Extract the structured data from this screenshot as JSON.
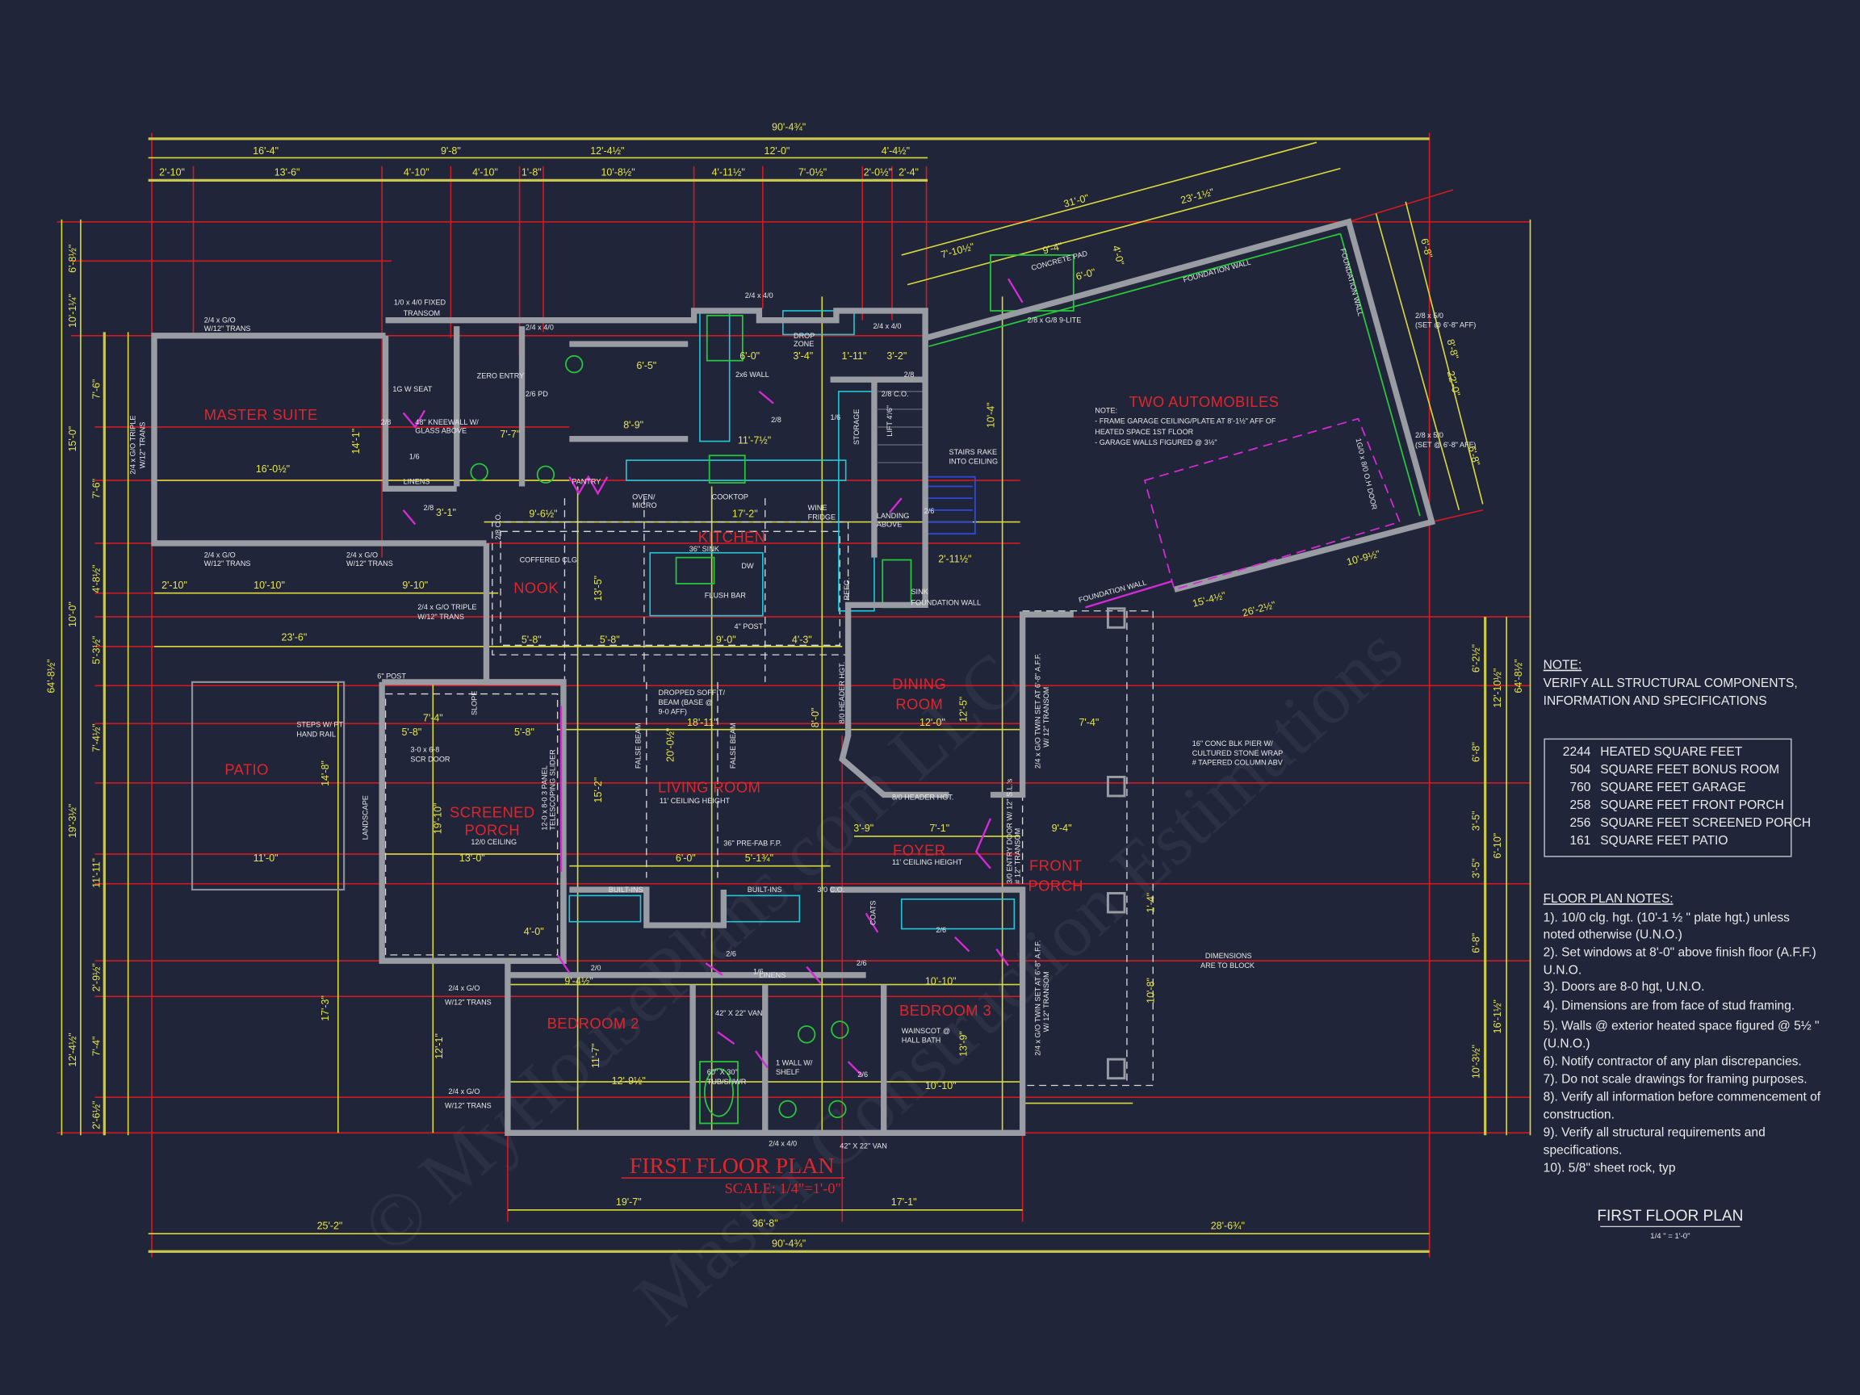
{
  "colors": {
    "background": "#20253a",
    "walls": "#9a9ca3",
    "dimensions": "#e6e64a",
    "grid": "#d11b22",
    "room_labels": "#e0262b",
    "text": "#eaeaea"
  },
  "watermark": [
    "© MyHousePlans.com LLC",
    "Master Construction Estimations"
  ],
  "title": {
    "main": "FIRST FLOOR PLAN",
    "scale": "SCALE: 1/4\"=1'-0\""
  },
  "rooms": {
    "master_suite": "MASTER SUITE",
    "kitchen": "KITCHEN",
    "nook": "NOOK",
    "dining": [
      "DINING",
      "ROOM"
    ],
    "patio": "PATIO",
    "screened_porch": [
      "SCREENED",
      "PORCH"
    ],
    "living_room": "LIVING ROOM",
    "foyer": "FOYER",
    "front_porch": [
      "FRONT",
      "PORCH"
    ],
    "bedroom2": "BEDROOM 2",
    "bedroom3": "BEDROOM 3",
    "garage": "TWO AUTOMOBILES"
  },
  "dims_top": {
    "overall": "90'-4¾\"",
    "row2": [
      "16'-4\"",
      "9'-8\"",
      "12'-4½\"",
      "12'-0\"",
      "4'-4½\""
    ],
    "row3": [
      "2'-10\"",
      "13'-6\"",
      "4'-10\"",
      "4'-10\"",
      "1'-8\"",
      "10'-8½\"",
      "4'-11½\"",
      "7'-0½\"",
      "2'-0½\"",
      "2'-4\""
    ]
  },
  "dims_bottom": {
    "row1": [
      "19'-7\"",
      "17'-1\""
    ],
    "row1_total": "36'-8\"",
    "row2": [
      "25'-2\"",
      "28'-6¾\""
    ],
    "overall": "90'-4¾\""
  },
  "dims_left": {
    "overall": "64'-8½\"",
    "row2": [
      "6'-8½\"",
      "10'-1¼\"",
      "15'-0\"",
      "10'-0\"",
      "19'-3½\"",
      "12'-4½\""
    ],
    "row3": [
      "7'-6\"",
      "7'-6\"",
      "4'-8½\"",
      "5'-3½\"",
      "7'-4½\"",
      "11'-11\"",
      "2'-9½\"",
      "7'-4\"",
      "2'-6½\""
    ]
  },
  "dims_right": {
    "overall": "64'-8½\"",
    "row2": [
      "12'-10½\"",
      "6'-10\"",
      "16'-1½\""
    ],
    "row3": [
      "6'-2½\"",
      "6'-8\"",
      "3'-5\"",
      "3'-5\"",
      "6'-8\"",
      "10'-3½\""
    ]
  },
  "dims_garage": [
    "31'-0\"",
    "23'-1½\"",
    "7'-10½\"",
    "9'-4\"",
    "6'-0\"",
    "4'-0\"",
    "6'-8\"",
    "8'-8\"",
    "6'-8\"",
    "22'-0\"",
    "10'-9½\"",
    "15'-4½\"",
    "26'-2½\""
  ],
  "dims_interior": [
    "16'-0½\"",
    "14'-1\"",
    "9'-6½\"",
    "17'-2\"",
    "13'-5\"",
    "5'-8\"",
    "5'-8\"",
    "9'-0\"",
    "4'-3\"",
    "18'-11\"",
    "20'-0½\"",
    "15'-2\"",
    "8'-0\"",
    "12'-0\"",
    "12'-5\"",
    "7'-4\"",
    "13'-0\"",
    "11'-0\"",
    "14'-8\"",
    "19'-10\"",
    "23'-6\"",
    "10'-10\"",
    "9'-10\"",
    "2'-10\"",
    "7'-1\"",
    "9'-4\"",
    "3'-9\"",
    "6'-0\"",
    "5'-1¾\"",
    "9'-4½\"",
    "12'-9½\"",
    "10'-10\"",
    "10'-10\"",
    "13'-9\"",
    "12'-1\"",
    "17'-3\"",
    "11'-7\"",
    "7'-7\"",
    "6'-5\"",
    "8'-9\"",
    "11'-7½\"",
    "10'-4\"",
    "3'-4\"",
    "6'-0\"",
    "1'-11\"",
    "3'-2\"",
    "2'-11½\"",
    "10'-8\"",
    "4'-0\"",
    "3'-1\"",
    "1'-4\"",
    "5'-8\"",
    "5'-8\"",
    "7'-4\""
  ],
  "annotations": {
    "master_top_window": [
      "2/4 x G/O",
      "W/12\" TRANS"
    ],
    "fixed_transom": [
      "1/0 x 4/0 FIXED",
      "TRANSOM"
    ],
    "window_2440": "2/4 x 4/0",
    "window_2440_b": "2/4 x 4/0",
    "window_2440_c": "2/4 x 4/0",
    "master_left_window": [
      "2/4 x G/O TRIPLE",
      "W/12\" TRANS"
    ],
    "master_bottom_window": [
      "2/4 x G/O",
      "W/12\" TRANS"
    ],
    "master_bottom_window2": [
      "2/4 x G/O",
      "W/12\" TRANS"
    ],
    "nook_window": [
      "2/4 x G/O TRIPLE",
      "W/12\" TRANS"
    ],
    "shower_seat": "1G W SEAT",
    "zero_entry": "ZERO ENTRY",
    "kneewall": [
      "48\" KNEEWALL W/",
      "GLASS ABOVE"
    ],
    "linens": "LINENS",
    "pantry": "PANTRY",
    "oven_micro": [
      "OVEN/",
      "MICRO"
    ],
    "cooktop": "COOKTOP",
    "wine_fridge": [
      "WINE",
      "FRIDGE"
    ],
    "sink": "36\" SINK",
    "dw": "DW",
    "flush_bar": "FLUSH BAR",
    "post": "4\" POST",
    "coffered": "COFFERED CLG",
    "co_28": "2/8 C.O.",
    "co_30": "3/0 C.O.",
    "drop_zone": [
      "DROP",
      "ZONE"
    ],
    "two_six_wall": "2x6 WALL",
    "storage": "STORAGE",
    "lift": "LIFT 4'/6\"",
    "stairs": [
      "STAIRS RAKE",
      "INTO CEILING"
    ],
    "landing": [
      "LANDING",
      "ABOVE"
    ],
    "refg": "REFG.",
    "sink2": "SINK",
    "foundation_wall": "FOUNDATION WALL",
    "concrete_pad": "CONCRETE PAD",
    "door_9lite": "2/8 x G/8 9-LITE",
    "garage_win1": [
      "2/8 x 5/0",
      "(SET @ 6'-8\" AFF)"
    ],
    "garage_win2": [
      "2/8 x 5/0",
      "(SET @ 6'-8\" AFF)"
    ],
    "oh_door": "1G/0 x 8/0 O.H DOOR",
    "garage_note": [
      "NOTE:",
      "- FRAME GARAGE CEILING/PLATE AT 8'-1½\" AFF OF",
      "HEATED SPACE 1ST FLOOR",
      "- GARAGE WALLS FIGURED @ 3½\""
    ],
    "g_post": "6\" POST",
    "steps": [
      "STEPS W/ PT",
      "HAND RAIL"
    ],
    "scr_door": [
      "3-0 x 6-8",
      "SCR DOOR"
    ],
    "scr_ceiling": "12/0 CEILING",
    "slider": [
      "12-0 x 8-0 3 PANEL",
      "TELESCOPING SLIDER"
    ],
    "slope": "SLOPE",
    "landscape": "LANDSCAPE",
    "soffit": [
      "DROPPED SOFFIT/",
      "BEAM (BASE @",
      "9-0 AFF)"
    ],
    "false_beam": "FALSE BEAM",
    "living_ceiling": "11' CEILING HEIGHT",
    "fireplace": "36\" PRE-FAB F.P.",
    "built_ins": "BUILT-INS",
    "built_ins2": "BUILT-INS",
    "header_hgt": "8/0 HEADER HGT.",
    "header_hgt2": "8/0 HEADER HGT.",
    "foyer_ceiling": "11' CEILING HEIGHT",
    "entry_door": [
      "3/0 ENTRY DOOR W/ 12\" S.L.'s",
      "# 12\" TRANSOM"
    ],
    "twin_window1": [
      "2/4 x G/O TWIN SET AT 6'-8\" A.F.F.",
      "W/ 12\" TRANSOM"
    ],
    "twin_window2": [
      "2/4 x G/O TWIN SET AT 6'-8\" A.F.F.",
      "W/ 12\" TRANSOM"
    ],
    "pier": [
      "16\" CONC BLK PIER W/",
      "CULTURED STONE WRAP",
      "# TAPERED COLUMN ABV"
    ],
    "dims_block": [
      "DIMENSIONS",
      "ARE TO BLOCK"
    ],
    "tub_shwr": [
      "60\" X 30\"",
      "TUB/SHWR"
    ],
    "van1": "42\" X 22\" VAN",
    "van2": "42\" X 22\" VAN",
    "wall_shelf": [
      "1 WALL W/",
      "SHELF"
    ],
    "wainscot": [
      "WAINSCOT @",
      "HALL BATH"
    ],
    "bed2_win1": [
      "2/4 x G/O",
      "W/12\" TRANS"
    ],
    "bed2_win2": [
      "2/4 x G/O",
      "W/12\" TRANS"
    ],
    "coats": "COATS",
    "door_26": "2/6",
    "door_28": "2/8",
    "door_16": "1/6",
    "door_20": "2/0",
    "pd_26": "2/6 PD"
  },
  "notes": {
    "heading": "NOTE:",
    "lines": [
      "VERIFY ALL STRUCTURAL COMPONENTS,",
      "INFORMATION AND SPECIFICATIONS"
    ]
  },
  "area_table": [
    {
      "value": "2244",
      "label": "HEATED SQUARE FEET"
    },
    {
      "value": "504",
      "label": "SQUARE FEET BONUS ROOM"
    },
    {
      "value": "760",
      "label": "SQUARE FEET GARAGE"
    },
    {
      "value": "258",
      "label": "SQUARE FEET FRONT PORCH"
    },
    {
      "value": "256",
      "label": "SQUARE FEET SCREENED PORCH"
    },
    {
      "value": "161",
      "label": "SQUARE FEET PATIO"
    }
  ],
  "floor_plan_notes": {
    "heading": "FLOOR PLAN NOTES:",
    "lines": [
      "1). 10/0 clg. hgt. (10'-1 ½ \" plate hgt.) unless",
      "noted otherwise (U.N.O.)",
      "2). Set windows at 8'-0\" above finish floor (A.F.F.)",
      "U.N.O.",
      "3). Doors are 8-0 hgt, U.N.O.",
      "4). Dimensions are from face of stud framing.",
      "5). Walls @ exterior heated space figured @ 5½ \"",
      "(U.N.O.)",
      "6). Notify contractor of any plan discrepancies.",
      "7). Do not scale drawings for framing purposes.",
      "8). Verify all information before commencement of",
      "construction.",
      "9). Verify all structural requirements and",
      "specifications.",
      "10). 5/8\" sheet rock, typ"
    ]
  },
  "sheet_title": {
    "title": "FIRST FLOOR  PLAN",
    "scale": "1/4 \" = 1'-0\""
  }
}
